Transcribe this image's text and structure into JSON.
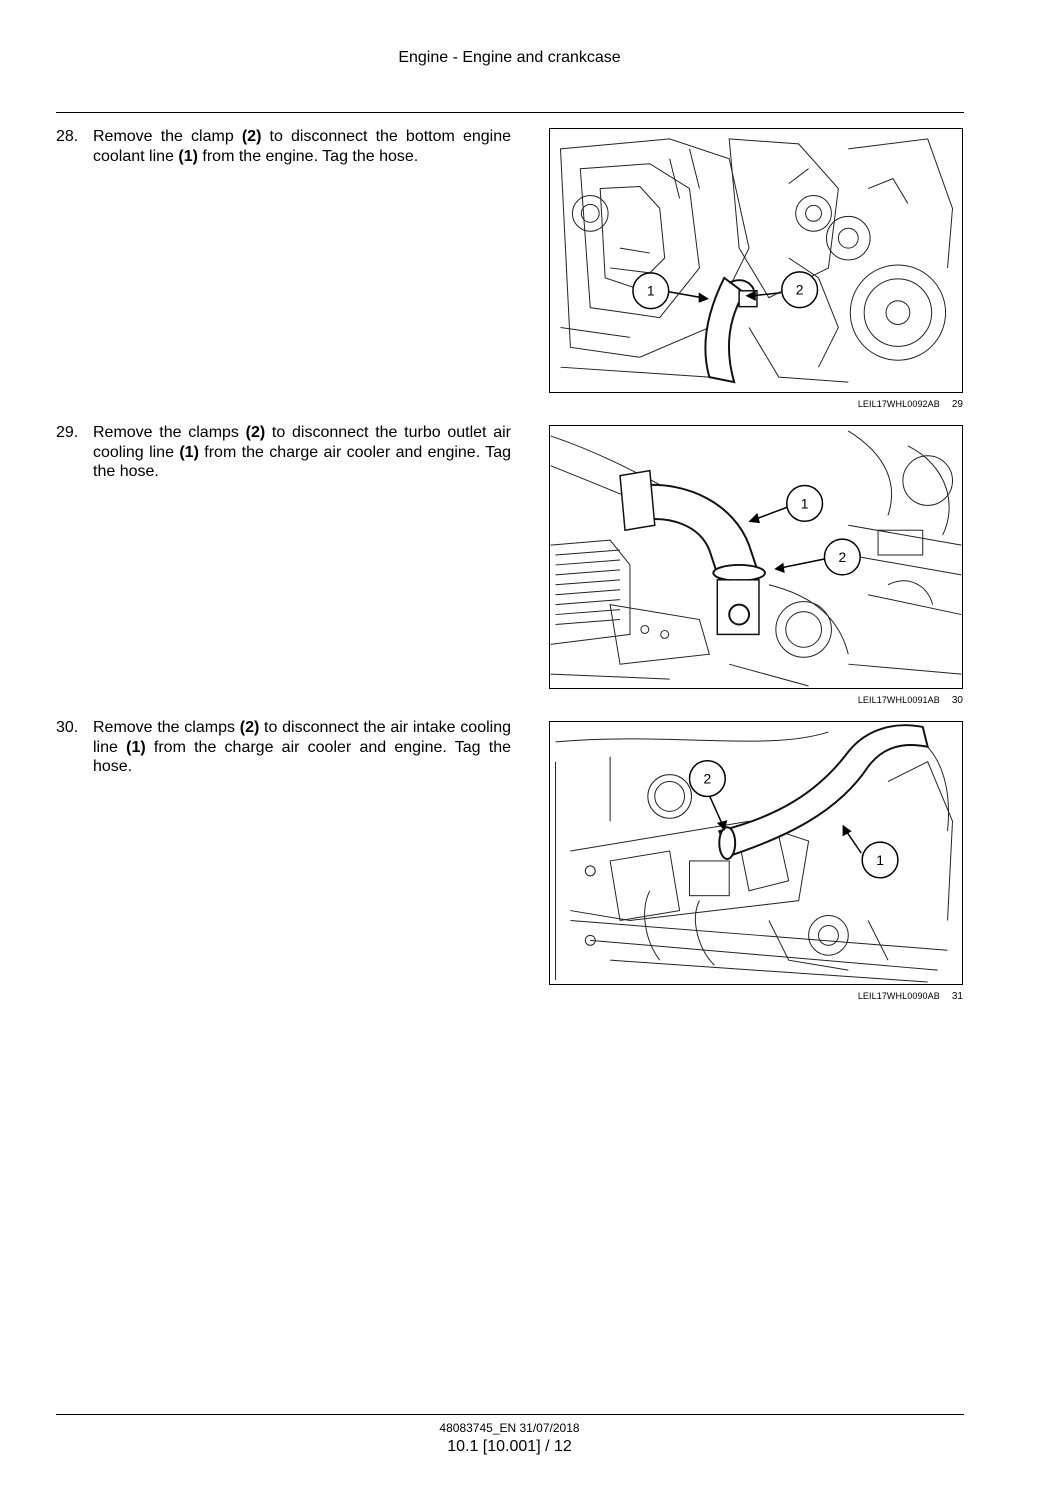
{
  "header": {
    "title": "Engine - Engine and crankcase"
  },
  "steps": [
    {
      "number": "28.",
      "parts": [
        "Remove the clamp ",
        "(2)",
        " to disconnect the bottom engine coolant line ",
        "(1)",
        " from the engine. Tag the hose."
      ],
      "figure": {
        "code": "LEIL17WHL0092AB",
        "number": "29",
        "callouts": [
          "1",
          "2"
        ]
      }
    },
    {
      "number": "29.",
      "parts": [
        "Remove the clamps ",
        "(2)",
        " to disconnect the turbo outlet air cooling line ",
        "(1)",
        " from the charge air cooler and engine. Tag the hose."
      ],
      "figure": {
        "code": "LEIL17WHL0091AB",
        "number": "30",
        "callouts": [
          "1",
          "2"
        ]
      }
    },
    {
      "number": "30.",
      "parts": [
        "Remove the clamps ",
        "(2)",
        " to disconnect the air intake cooling line ",
        "(1)",
        " from the charge air cooler and engine. Tag the hose."
      ],
      "figure": {
        "code": "LEIL17WHL0090AB",
        "number": "31",
        "callouts": [
          "2",
          "1"
        ]
      }
    }
  ],
  "footer": {
    "doc_id": "48083745_EN 31/07/2018",
    "page": "10.1 [10.001] / 12"
  }
}
